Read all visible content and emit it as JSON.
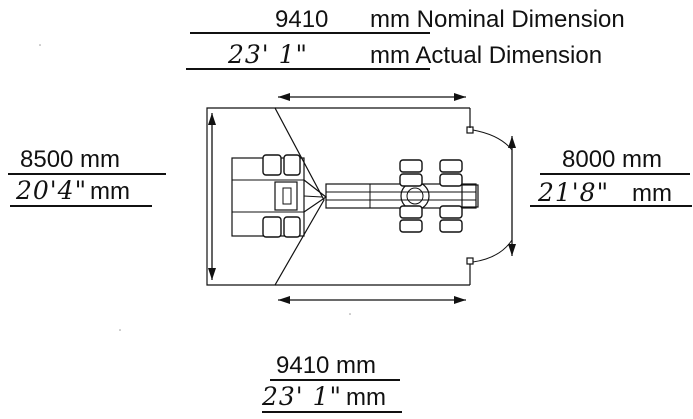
{
  "top_dimension": {
    "nominal_value": "9410",
    "nominal_label": "mm Nominal Dimension",
    "actual_value": "23'  1\"",
    "actual_label": "mm Actual Dimension"
  },
  "left_dimension": {
    "nominal": "8500  mm",
    "actual_value": "20'4\"",
    "actual_unit": "mm"
  },
  "right_dimension": {
    "nominal": "8000  mm",
    "actual_value": "21'8\"",
    "actual_unit": "mm"
  },
  "bottom_dimension": {
    "nominal": "9410 mm",
    "actual_value": "23' 1\"",
    "actual_unit": "mm"
  }
}
